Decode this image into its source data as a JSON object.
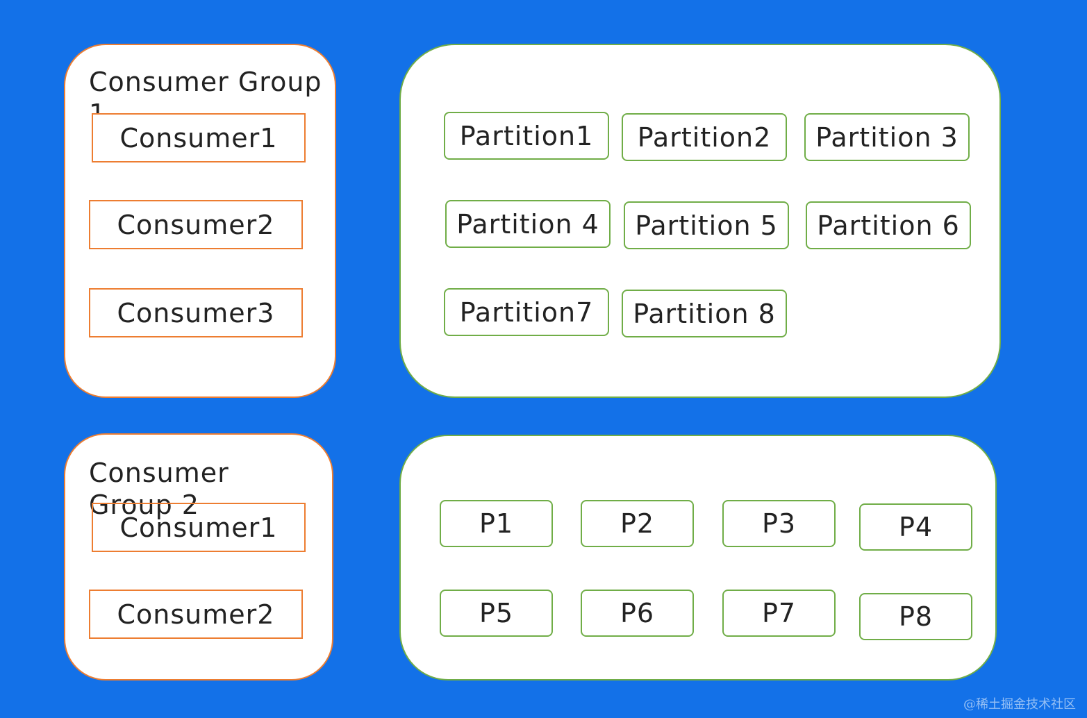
{
  "consumer_group_1": {
    "title": "Consumer Group 1",
    "consumers": [
      "Consumer1",
      "Consumer2",
      "Consumer3"
    ]
  },
  "consumer_group_2": {
    "title": "Consumer Group 2",
    "consumers": [
      "Consumer1",
      "Consumer2"
    ]
  },
  "topic_partitions_top": [
    "Partition1",
    "Partition2",
    "Partition 3",
    "Partition 4",
    "Partition 5",
    "Partition 6",
    "Partition7",
    "Partition 8"
  ],
  "topic_partitions_bottom": [
    "P1",
    "P2",
    "P3",
    "P4",
    "P5",
    "P6",
    "P7",
    "P8"
  ],
  "credit": "@稀土掘金技术社区",
  "colors": {
    "background": "#1371e8",
    "consumer_border": "#ed7d31",
    "partition_border": "#70ad47"
  }
}
